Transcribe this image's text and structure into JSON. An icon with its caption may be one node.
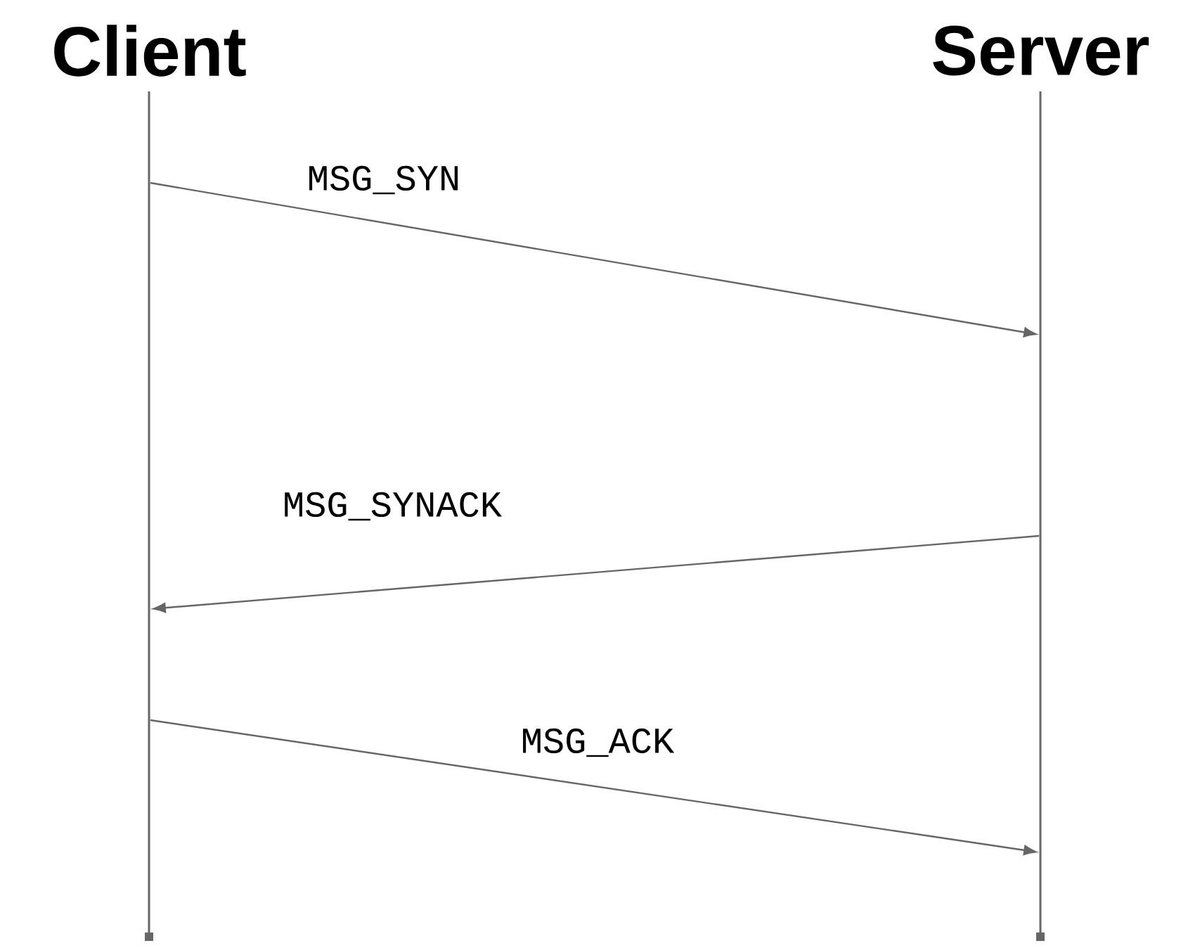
{
  "diagram": {
    "nodes": [
      {
        "text": [
          "Client"
        ]
      },
      {
        "text": [
          "Server"
        ]
      },
      {
        "text": [],
        "shape": "bar"
      },
      {
        "text": [],
        "shape": "bar"
      }
    ],
    "edges": [
      {
        "from": 2,
        "to": 3,
        "arrow": "to",
        "label": "MSG_SYN"
      },
      {
        "from": 3,
        "to": 2,
        "arrow": "to",
        "label": "MSG_SYNACK"
      },
      {
        "from": 2,
        "to": 3,
        "arrow": "to",
        "label": "MSG_ACK"
      }
    ]
  }
}
